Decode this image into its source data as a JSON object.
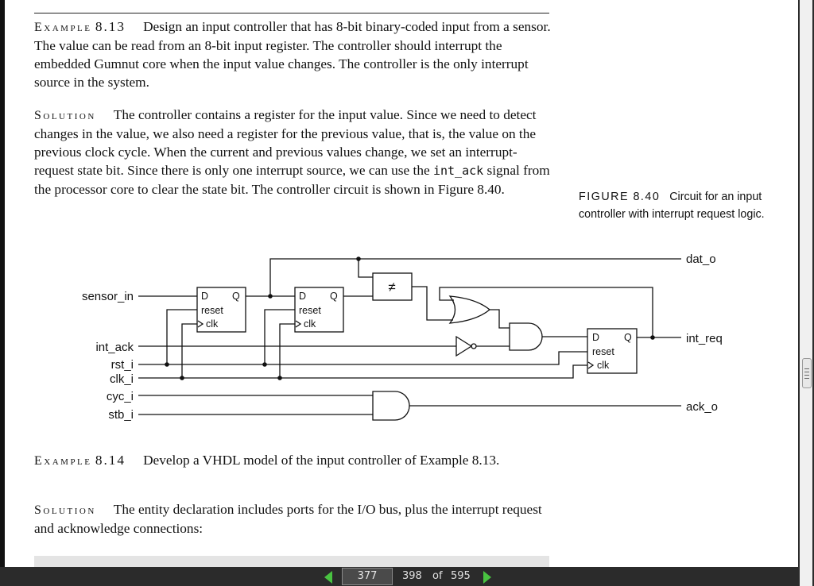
{
  "example_813": {
    "label": "Example",
    "number": "8.13",
    "text": "Design an input controller that has 8-bit binary-coded input from a sensor. The value can be read from an 8-bit input register. The controller should interrupt the embedded Gumnut core when the input value changes. The controller is the only interrupt source in the system."
  },
  "solution_813": {
    "label": "Solution",
    "text_before": "The controller contains a register for the input value. Since we need to detect changes in the value, we also need a register for the previous value, that is, the value on the previous clock cycle. When the current and previous values change, we set an interrupt-request state bit. Since there is only one interrupt source, we can use the ",
    "code": "int_ack",
    "text_after": " signal from the processor core to clear the state bit. The controller circuit is shown in Figure 8.40."
  },
  "figure": {
    "label": "FIGURE 8.40",
    "caption": "Circuit for an input controller with interrupt request logic."
  },
  "diagram": {
    "inputs": [
      "sensor_in",
      "int_ack",
      "rst_i",
      "clk_i",
      "cyc_i",
      "stb_i"
    ],
    "outputs": [
      "dat_o",
      "int_req",
      "ack_o"
    ],
    "ff_labels": {
      "d": "D",
      "q": "Q",
      "reset": "reset",
      "clk": "clk"
    },
    "neq_symbol": "≠"
  },
  "example_814": {
    "label": "Example",
    "number": "8.14",
    "text": "Develop a VHDL model of the input controller of Example 8.13."
  },
  "solution_814": {
    "label": "Solution",
    "text": "The entity declaration includes ports for the I/O bus, plus the interrupt request and acknowledge connections:"
  },
  "viewer": {
    "current_page": "377",
    "page_number": "398",
    "of_label": "of",
    "total_pages": "595",
    "accent_color": "#49c341"
  }
}
